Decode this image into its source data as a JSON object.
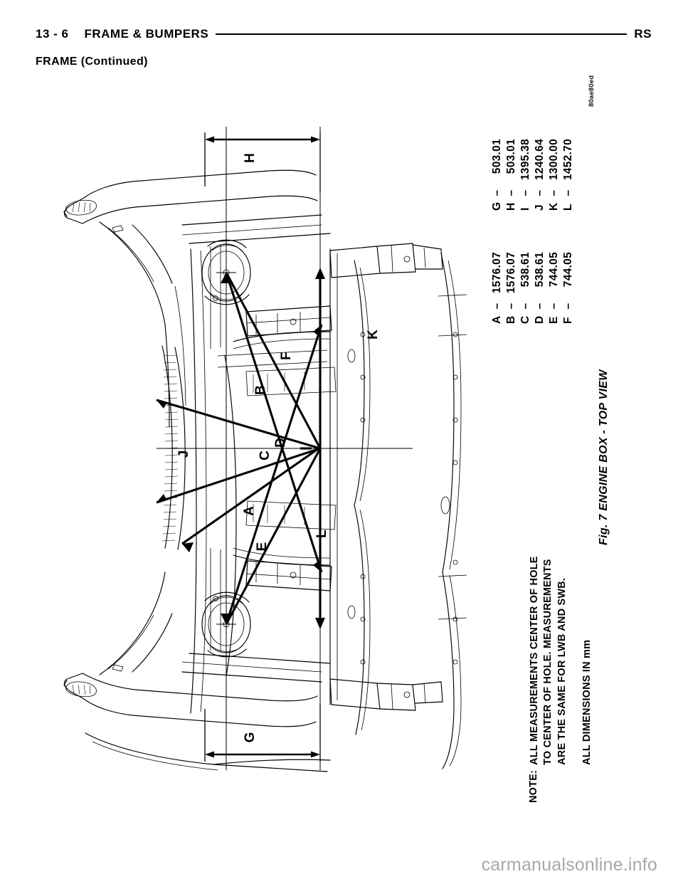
{
  "header": {
    "page_number": "13 - 6",
    "title": "FRAME & BUMPERS",
    "manual_code": "RS",
    "subtitle": "FRAME (Continued)"
  },
  "artwork": {
    "code": "80ae80ed"
  },
  "figure": {
    "caption": "Fig. 7 ENGINE BOX - TOP VIEW"
  },
  "dimension_table": {
    "left_column": [
      {
        "key": "A",
        "dash": "–",
        "value": "1576.07"
      },
      {
        "key": "B",
        "dash": "–",
        "value": "1576.07"
      },
      {
        "key": "C",
        "dash": "–",
        "value": "538.61"
      },
      {
        "key": "D",
        "dash": "–",
        "value": "538.61"
      },
      {
        "key": "E",
        "dash": "–",
        "value": "744.05"
      },
      {
        "key": "F",
        "dash": "–",
        "value": "744.05"
      }
    ],
    "right_column": [
      {
        "key": "G",
        "dash": "–",
        "value": "503.01"
      },
      {
        "key": "H",
        "dash": "–",
        "value": "503.01"
      },
      {
        "key": "I",
        "dash": "–",
        "value": "1395.38"
      },
      {
        "key": "J",
        "dash": "–",
        "value": "1240.64"
      },
      {
        "key": "K",
        "dash": "–",
        "value": "1300.00"
      },
      {
        "key": "L",
        "dash": "–",
        "value": "1452.70"
      }
    ]
  },
  "note": {
    "label": "NOTE:",
    "lines": [
      "ALL MEASUREMENTS CENTER OF HOLE",
      "TO CENTER OF HOLE. MEASUREMENTS",
      "ARE THE SAME FOR LWB AND SWB."
    ],
    "units_line": "ALL DIMENSIONS IN mm"
  },
  "diagram": {
    "labels": [
      {
        "id": "H",
        "text": "H"
      },
      {
        "id": "G",
        "text": "G"
      },
      {
        "id": "K",
        "text": "K"
      },
      {
        "id": "F",
        "text": "F"
      },
      {
        "id": "B",
        "text": "B"
      },
      {
        "id": "D",
        "text": "D"
      },
      {
        "id": "C",
        "text": "C"
      },
      {
        "id": "J",
        "text": "J"
      },
      {
        "id": "A",
        "text": "A"
      },
      {
        "id": "E",
        "text": "E"
      },
      {
        "id": "L",
        "text": "L"
      }
    ]
  },
  "footer": {
    "watermark": "carmanualsonline.info"
  }
}
